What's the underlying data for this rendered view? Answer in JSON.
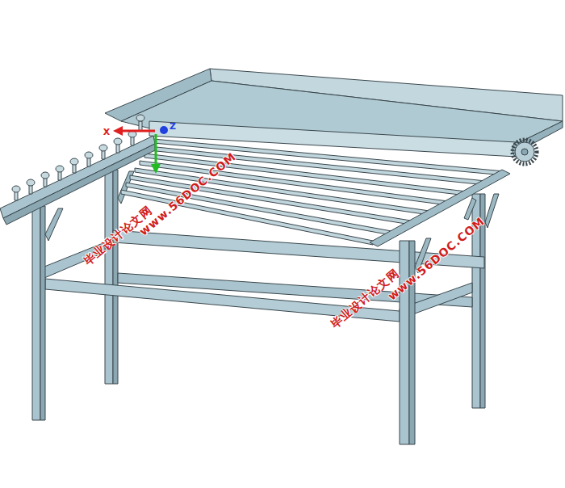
{
  "diagram": {
    "labels": [
      "www.56DOC.COM",
      "毕业设计论文网",
      "www.56DOC.COM",
      "毕业设计论文网",
      "X",
      "Z"
    ]
  }
}
